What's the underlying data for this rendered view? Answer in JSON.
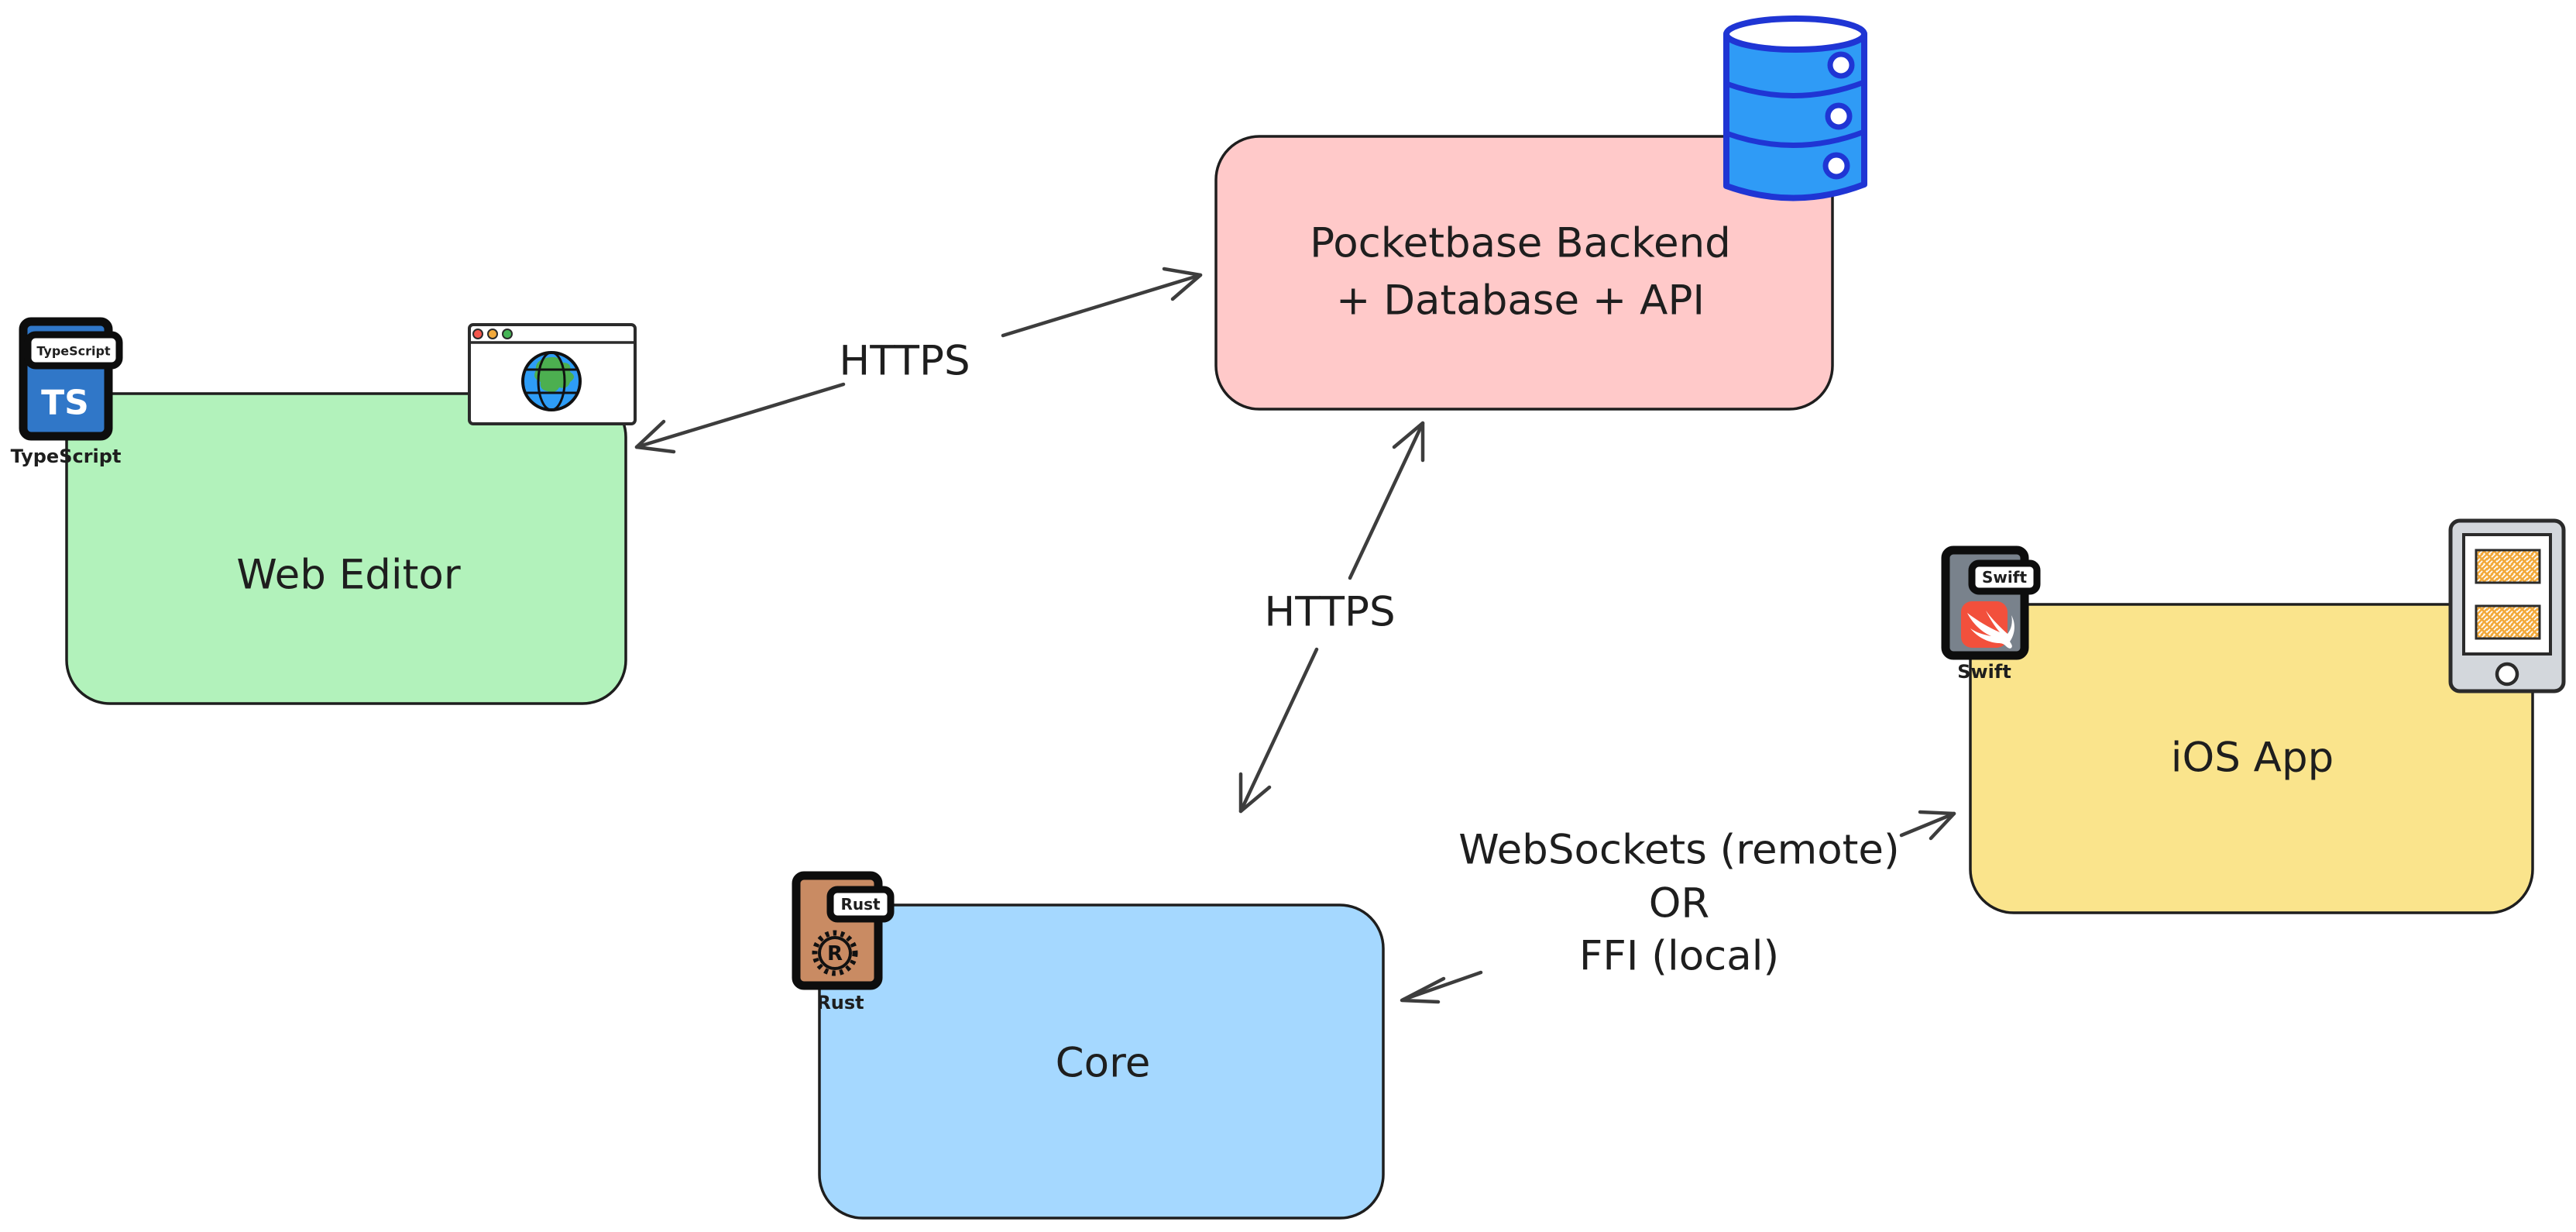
{
  "nodes": {
    "web_editor": {
      "label": "Web Editor",
      "fill": "#b2f2bb"
    },
    "pocketbase": {
      "line1": "Pocketbase Backend",
      "line2": "+ Database + API",
      "fill": "#ffc9c9"
    },
    "ios_app": {
      "label": "iOS App",
      "fill": "#fae48c"
    },
    "core": {
      "label": "Core",
      "fill": "#a5d8ff"
    }
  },
  "edges": {
    "web_pocketbase": {
      "label": "HTTPS"
    },
    "pocketbase_core": {
      "label": "HTTPS"
    },
    "core_ios": {
      "line1": "WebSockets (remote)",
      "line2": "OR",
      "line3": "FFI (local)"
    }
  },
  "badges": {
    "typescript": {
      "banner": "TypeScript",
      "monogram": "TS",
      "caption": "TypeScript",
      "fill": "#3077c8"
    },
    "swift": {
      "banner": "Swift",
      "caption": "Swift",
      "fill": "#79828c",
      "logo_fill": "#f2503c"
    },
    "rust": {
      "banner": "Rust",
      "monogram": "R",
      "caption": "Rust",
      "fill": "#c98b63"
    }
  },
  "icons": {
    "database": {
      "fill": "#2f9bf6",
      "stroke": "#1f35d4"
    },
    "browser": {
      "dot_red": "#f4564c",
      "dot_yellow": "#f2a93b",
      "dot_green": "#46b556",
      "globe_fill": "#2e9df6",
      "land_fill": "#4caf50"
    },
    "phone": {
      "frame_fill": "#d3d7dc",
      "hatch_color": "#f2a93b"
    }
  }
}
